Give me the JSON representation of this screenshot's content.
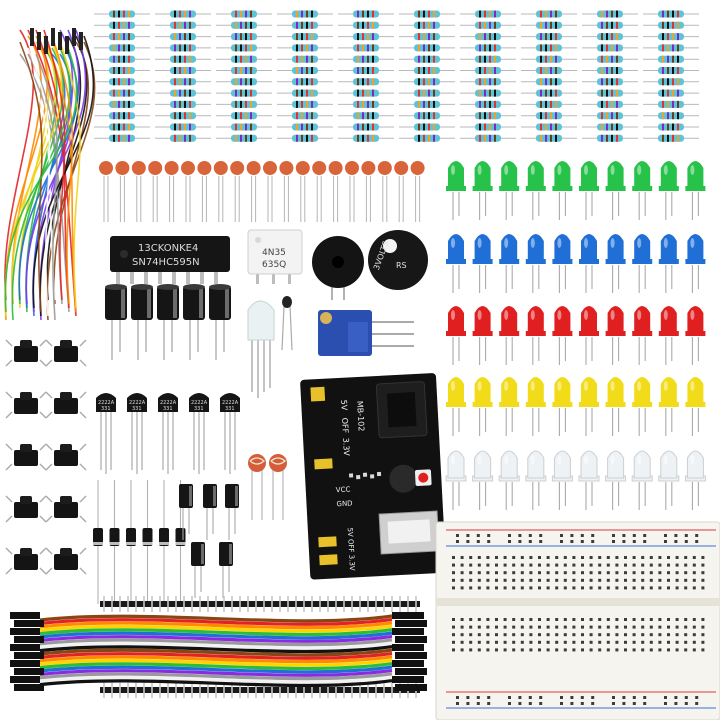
{
  "image": {
    "background": "#ffffff",
    "kit": "electronics starter kit"
  },
  "labels": {
    "ic_line1": "13CKONKE4",
    "ic_line2": "SN74HC595N",
    "opto_line1": "4N35",
    "opto_line2": "635Q",
    "buzzer_line1": "3VOLTS",
    "buzzer_line2": "RS",
    "transistor_code1": "2222A",
    "transistor_code2": "331",
    "psu_title": "MB-102",
    "psu_volt_5v": "5V",
    "psu_volt_33v": "3.3V",
    "psu_off": "OFF",
    "psu_vcc": "VCC",
    "psu_gnd": "GND",
    "psu_5v_off_33v": "5V OFF 3.3V"
  },
  "colors": {
    "resistor_body": "#5fc3d8",
    "led_green": "#27c24a",
    "led_blue": "#1f6fd6",
    "led_red": "#e02020",
    "led_yellow": "#f2dc1a",
    "led_white": "#eef2f4",
    "ceramic_cap": "#d9643a",
    "pcb": "#111111",
    "breadboard": "#f6f4ef",
    "rail_red": "#d83a3a",
    "rail_blue": "#3a6fd8",
    "trimpot": "#2a4fb0",
    "ribbon": [
      "#8b4513",
      "#e32323",
      "#ff8a00",
      "#ffd400",
      "#2bbd3a",
      "#1f6fd6",
      "#8a2be2",
      "#9a9a9a",
      "#f2f2f2",
      "#111111"
    ]
  },
  "icons": {
    "pushbutton": "tactile-switch-icon",
    "resistor": "resistor-icon",
    "led": "led-icon"
  }
}
